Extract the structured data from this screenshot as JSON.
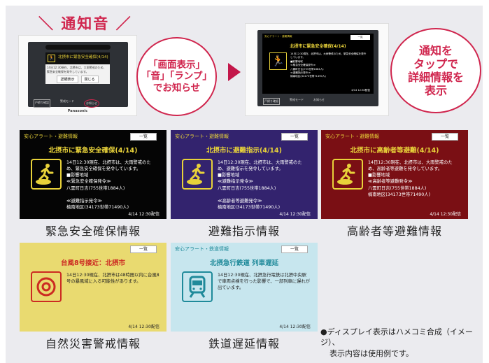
{
  "headline": "＼ 通知音 ／",
  "left_device": {
    "brand": "Panasonic",
    "popup_title": "北摂市に緊急安全確保(4/14)",
    "popup_body": "14日12:30現在、北摂市は、大雨警戒のため、緊急安全確保を発令しています。",
    "detail_button": "詳細表示",
    "close_button": "閉じる",
    "bottom_buttons": [
      "戸締り確認",
      "警戒モード",
      "お知らせ"
    ]
  },
  "circle_left": [
    "「画面表示」",
    "「音」「ランプ」",
    "でお知らせ"
  ],
  "right_device": {
    "category": "安心アラート・避難情報",
    "list_button": "一覧",
    "title": "北摂市に緊急安全確保(4/14)",
    "body": [
      "14日12:30現在、北摂市は、大雨警戒のため、緊急安全確保を発令しています。",
      "■影響地域",
      "≪緊急安全確保発令≫",
      "八雲町日吉(755世帯1884人)",
      "≪避難指示発令≫",
      "楠南地区(34173世帯71490人)"
    ],
    "stamp": "4/14 12:30配信",
    "bottom_buttons": [
      "戸締り確認",
      "警戒モード",
      "お知らせ"
    ]
  },
  "circle_right": [
    "通知を",
    "タップで",
    "詳細情報を",
    "表示"
  ],
  "cards": [
    {
      "category": "安心アラート・避難情報",
      "list_button": "一覧",
      "title": "北摂市に緊急安全確保(4/14)",
      "body": [
        "14日12:30現在、北摂市は、大雨警戒のため、緊急安全確保を発令しています。",
        "■影響地域",
        "≪緊急安全確保発令≫",
        "八雲町日吉(755世帯1884人)",
        "",
        "≪避難指示発令≫",
        "楠南地区(34173世帯71490人)"
      ],
      "stamp": "4/14 12:30配信",
      "label": "緊急安全確保情報",
      "icon": "evacuation-icon",
      "bg": "#050505",
      "fg": "#e8d23a",
      "text": "#ffffff"
    },
    {
      "category": "安心アラート・避難情報",
      "list_button": "一覧",
      "title": "北摂市に避難指示(4/14)",
      "body": [
        "14日12:30現在、北摂市は、大雨警戒のため、避難指示を発令しています。",
        "■影響地域",
        "≪避難指示発令≫",
        "八雲町日吉(755世帯1884人)",
        "",
        "≪高齢者等避難発令≫",
        "楠南地区(34173世帯71490人)"
      ],
      "stamp": "4/14 12:30配信",
      "label": "避難指示情報",
      "icon": "evacuation-icon",
      "bg": "#33236e",
      "fg": "#e8d23a",
      "text": "#ffffff"
    },
    {
      "category": "安心アラート・避難情報",
      "list_button": "一覧",
      "title": "北摂市に高齢者等避難(4/14)",
      "body": [
        "14日12:30現在、北摂市は、大雨警戒のため、高齢者等避難を発令しています。",
        "■影響地域",
        "≪高齢者等避難発令≫",
        "八雲町日吉(755世帯1884人)",
        "楠南地区(34173世帯71490人)"
      ],
      "stamp": "4/14 12:30配信",
      "label": "高齢者等避難情報",
      "icon": "evacuation-icon",
      "bg": "#7a0f14",
      "fg": "#e8d23a",
      "text": "#ffffff"
    },
    {
      "category": "",
      "list_button": "一覧",
      "title": "台風8号接近：北摂市",
      "body": [
        "14日12:30現在、北摂市は48時間以内に台風8号の暴風域に入る可能性があります。"
      ],
      "stamp": "4/14 12:30配信",
      "label": "自然災害警戒情報",
      "icon": "typhoon-icon",
      "bg": "#e9da70",
      "fg": "#cc2a22",
      "text": "#222222"
    },
    {
      "category": "安心アラート・鉄道情報",
      "list_button": "一覧",
      "title": "北摂急行鉄道 列車遅延",
      "body": [
        "14日12:30現在、北摂急行電鉄は北摂中央駅で車両点検を行った影響で、一部列車に遅れが出ています。"
      ],
      "stamp": "4/14 12:30配信",
      "label": "鉄道遅延情報",
      "icon": "train-icon",
      "bg": "#c7e6ee",
      "fg": "#1f8a9a",
      "text": "#222222"
    }
  ],
  "note": [
    "●ディスプレイ表示はハメコミ合成（イメージ）、",
    "表示内容は使用例です。"
  ],
  "accent": "#d0264e"
}
